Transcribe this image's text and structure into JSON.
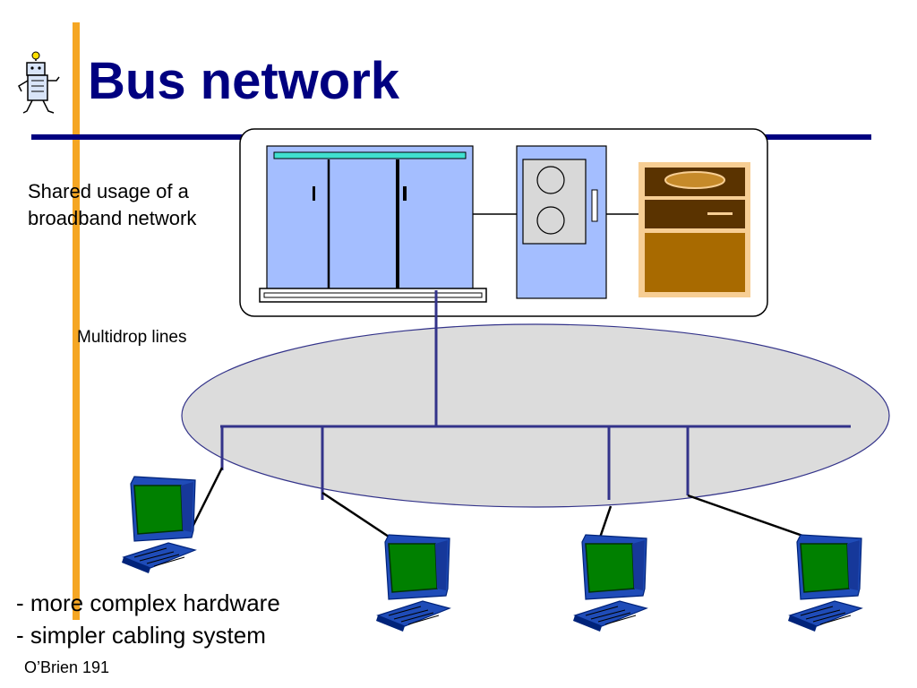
{
  "slide": {
    "title": "Bus network",
    "subtitle_lines": [
      "Shared usage of a",
      "broadband network"
    ],
    "multidrop_label": "Multidrop lines",
    "bullets": [
      "- more complex hardware",
      "- simpler cabling system"
    ],
    "credit": "O’Brien 191"
  },
  "colors": {
    "title": "#000080",
    "rule": "#000080",
    "accent_bar": "#F5A623",
    "bus_line": "#33338A",
    "ellipse_fill": "#DCDCDC",
    "mainframe_blue": "#A4BEFF",
    "monitor_screen": "#008000",
    "cabinet_brown": "#A86A00"
  },
  "icons": [
    "clipart-robot-icon",
    "mainframe-computer-icon",
    "disk-drive-icon",
    "storage-cabinet-icon",
    "terminal-computer-icon"
  ]
}
